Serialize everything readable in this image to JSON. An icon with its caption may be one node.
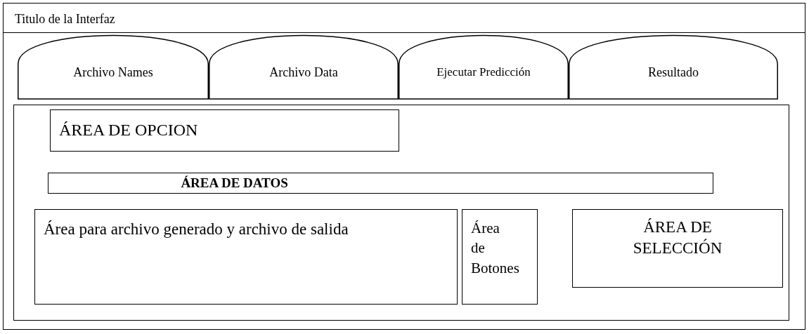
{
  "diagram": {
    "nodes": [
      {
        "text": [
          "Titulo de la Interfaz"
        ]
      },
      {
        "text": [
          "Archivo Names"
        ],
        "in": 0
      },
      {
        "text": [
          "Archivo Data"
        ],
        "in": 0
      },
      {
        "text": [
          "Ejecutar Predicción"
        ],
        "in": 0
      },
      {
        "text": [
          "Resultado"
        ],
        "in": 0
      },
      {
        "text": [],
        "shape": "box",
        "in": 0
      },
      {
        "text": [
          "ÁREA DE OPCION"
        ],
        "in": 5
      },
      {
        "text": [
          "ÁREA DE DATOS"
        ],
        "in": 5
      },
      {
        "text": [
          "Área para archivo generado y archivo de salida"
        ],
        "in": 5
      },
      {
        "text": [
          "Área de Botones"
        ],
        "in": 5
      },
      {
        "text": [
          "ÁREA DE SELECCIÓN"
        ],
        "in": 5
      }
    ]
  }
}
